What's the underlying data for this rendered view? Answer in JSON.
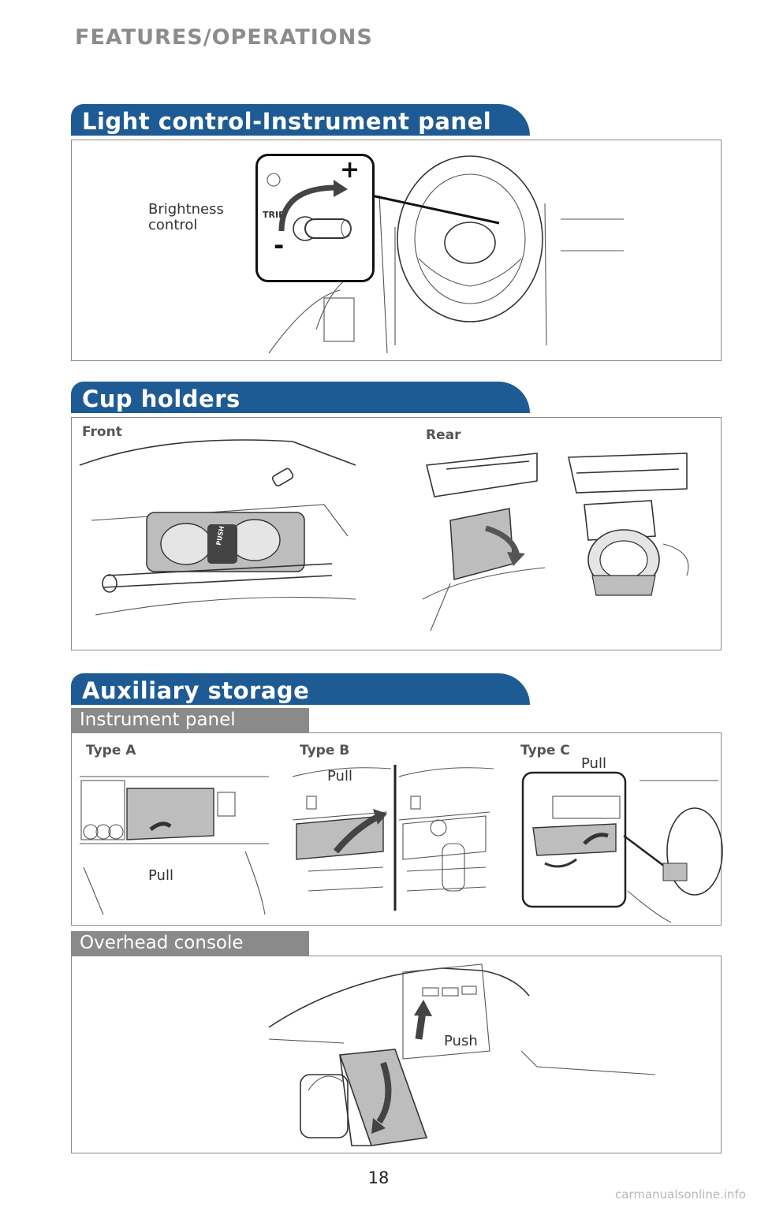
{
  "header": {
    "title": "FEATURES/OPERATIONS"
  },
  "sections": {
    "light_control": {
      "title": "Light control-Instrument panel",
      "brightness_label_line1": "Brightness",
      "brightness_label_line2": "control",
      "plus_sign": "+",
      "minus_sign": "-",
      "trip_text": "TRIP"
    },
    "cup_holders": {
      "title": "Cup holders",
      "front_label": "Front",
      "rear_label": "Rear",
      "push_text": "PUSH"
    },
    "auxiliary_storage": {
      "title": "Auxiliary storage",
      "instrument_panel": {
        "title": "Instrument panel",
        "type_a": "Type A",
        "type_b": "Type B",
        "type_c": "Type C",
        "pull_a": "Pull",
        "pull_b": "Pull",
        "pull_c": "Pull"
      },
      "overhead_console": {
        "title": "Overhead console",
        "push_label": "Push"
      }
    }
  },
  "footer": {
    "page_number": "18",
    "watermark": "carmanualsonline.info"
  },
  "colors": {
    "section_blue": "#1e5b94",
    "subsection_gray": "#8a8a8a",
    "header_gray": "#8c8c8c"
  }
}
